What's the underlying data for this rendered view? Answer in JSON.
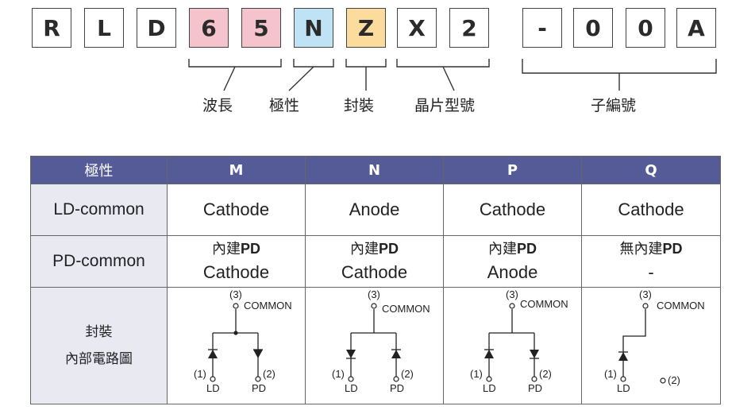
{
  "part_number": {
    "chars": [
      {
        "char": "R",
        "color": "white"
      },
      {
        "char": "L",
        "color": "white"
      },
      {
        "char": "D",
        "color": "white"
      },
      {
        "char": "6",
        "color": "pink"
      },
      {
        "char": "5",
        "color": "pink"
      },
      {
        "char": "N",
        "color": "blue"
      },
      {
        "char": "Z",
        "color": "yellow"
      },
      {
        "char": "X",
        "color": "white"
      },
      {
        "char": "2",
        "color": "white"
      },
      {
        "char": "-",
        "color": "white"
      },
      {
        "char": "0",
        "color": "white"
      },
      {
        "char": "0",
        "color": "white"
      },
      {
        "char": "A",
        "color": "white"
      }
    ],
    "segments": {
      "wavelength": "波長",
      "polarity": "極性",
      "package": "封裝",
      "chip_model": "晶片型號",
      "sub_number": "子編號"
    },
    "colors": {
      "pink": "#f5c3cb",
      "blue": "#bfe3f5",
      "yellow": "#fbdc9c",
      "header": "#545b96"
    }
  },
  "table": {
    "header": [
      "極性",
      "M",
      "N",
      "P",
      "Q"
    ],
    "row_ld": {
      "label": "LD-common",
      "values": [
        "Cathode",
        "Anode",
        "Cathode",
        "Cathode"
      ]
    },
    "row_pd": {
      "label": "PD-common",
      "line1": [
        {
          "prefix": "內建",
          "bold": "PD"
        },
        {
          "prefix": "內建",
          "bold": "PD"
        },
        {
          "prefix": "內建",
          "bold": "PD"
        },
        {
          "prefix": "無內建",
          "bold": "PD"
        }
      ],
      "line2": [
        "Cathode",
        "Cathode",
        "Anode",
        "-"
      ]
    },
    "row_circuit": {
      "label_line1": "封裝",
      "label_line2": "內部電路圖",
      "pin3": "(3)",
      "common": "COMMON",
      "pin1": "(1)",
      "pin2": "(2)",
      "ld": "LD",
      "pd": "PD"
    }
  }
}
